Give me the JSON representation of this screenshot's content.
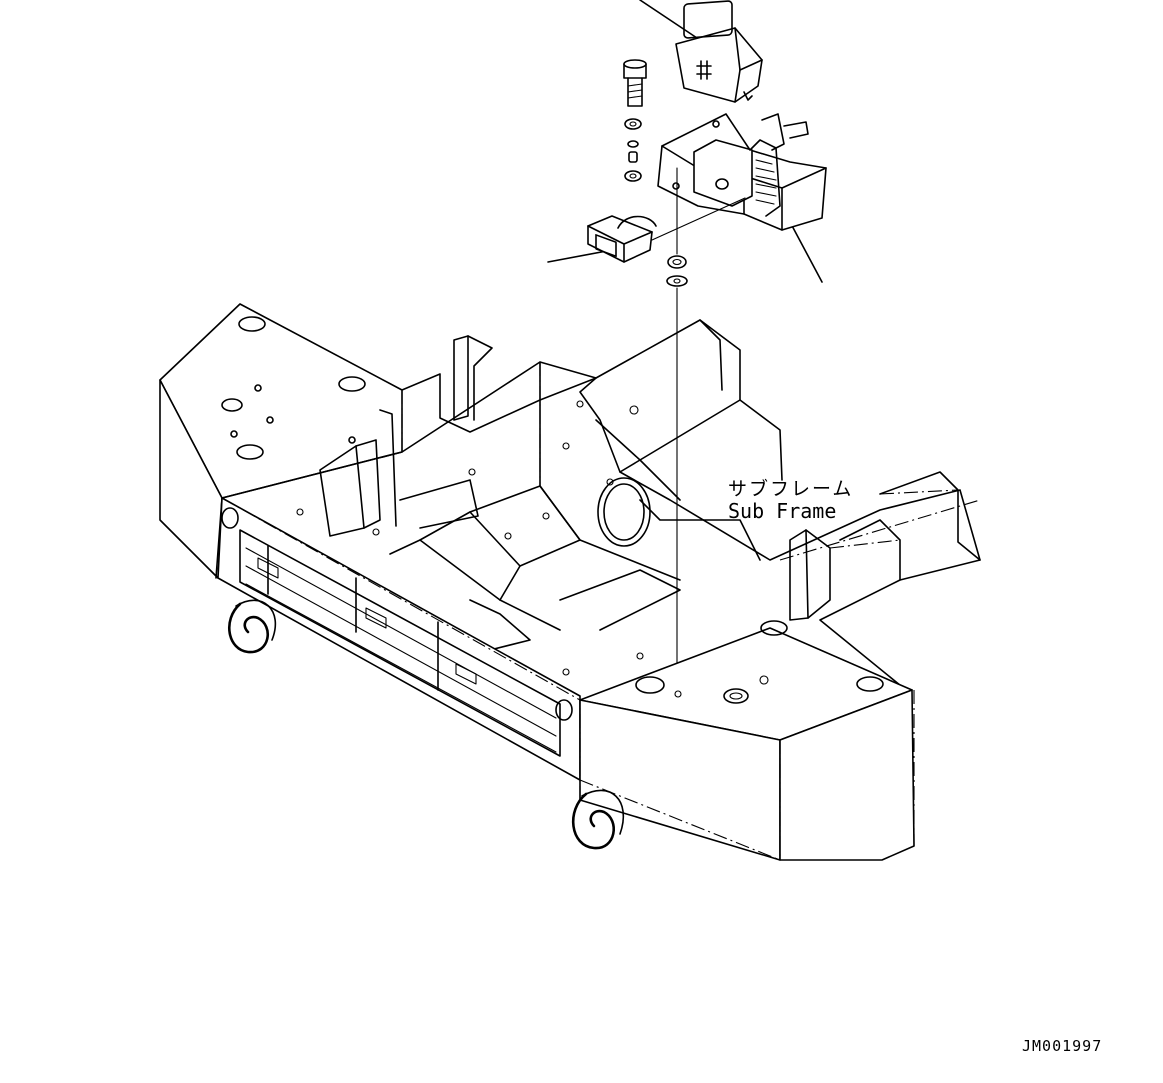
{
  "labels": {
    "subframe_jp": "サブフレーム",
    "subframe_en": "Sub Frame",
    "drawing_code": "JM001997"
  }
}
